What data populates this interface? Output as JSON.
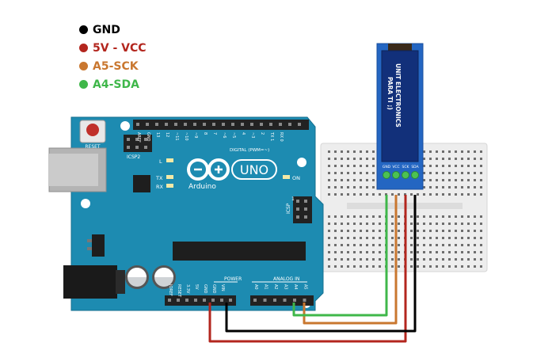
{
  "legend": [
    {
      "label": "GND",
      "color": "#000000"
    },
    {
      "label": "5V - VCC",
      "color": "#b3261e"
    },
    {
      "label": "A5-SCK",
      "color": "#c9772f"
    },
    {
      "label": "A4-SDA",
      "color": "#3fb74a"
    }
  ],
  "arduino": {
    "reset_label": "RESET",
    "icsp2_label": "ICSP2",
    "icsp_label": "ICSP",
    "digital_label": "DIGITAL (PWM=~)",
    "aref_label": "AREF",
    "gnd_label": "GND",
    "digital_pins": [
      "13",
      "12",
      "~11",
      "~10",
      "~9",
      "8",
      "7",
      "~6",
      "~5",
      "4",
      "~3",
      "2",
      "TX 1",
      "RX 0"
    ],
    "l_label": "L",
    "tx_label": "TX",
    "rx_label": "RX",
    "brand_label": "Arduino",
    "uno_label": "UNO",
    "on_label": "ON",
    "power_label": "POWER",
    "analog_label": "ANALOG IN",
    "power_pins": [
      "IOREF",
      "RESET",
      "3.3V",
      "5V",
      "GND",
      "GND",
      "VIN"
    ],
    "analog_pins": [
      "A0",
      "A1",
      "A2",
      "A3",
      "A4",
      "A5"
    ],
    "icsp_pin1": "1"
  },
  "display": {
    "text_line1": "UNIT ELECTRONICS",
    "text_line2": "PARA TI ;)",
    "pin_labels": [
      "GND",
      "VCC",
      "SCK",
      "SDA"
    ]
  },
  "colors": {
    "board": "#1d8bb1",
    "board_dark": "#1a6f8e",
    "screen": "#12307a",
    "wire_gnd": "#000000",
    "wire_vcc": "#b3261e",
    "wire_sck": "#c9772f",
    "wire_sda": "#3fb74a"
  }
}
